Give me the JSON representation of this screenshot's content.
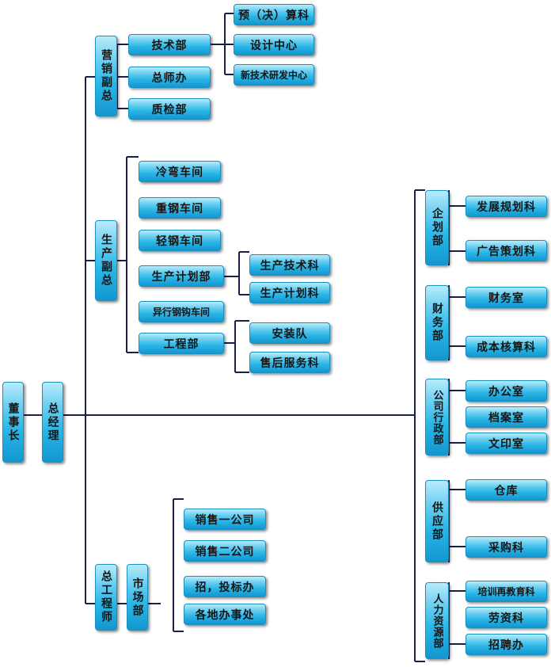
{
  "nodes": {
    "chairman": "董事长",
    "general_manager": "总经理",
    "vp_marketing": "营销副总",
    "tech_dept": "技术部",
    "budget_section": "预（决）算科",
    "design_center": "设计中心",
    "new_tech_center": "新技术研发中心",
    "chief_engineer_office": "总师办",
    "qc_dept": "质检部",
    "vp_production": "生产副总",
    "cold_bend_workshop": "冷弯车间",
    "heavy_steel_workshop": "重钢车间",
    "light_steel_workshop": "轻钢车间",
    "production_planning_dept": "生产计划部",
    "production_tech_section": "生产技术科",
    "production_plan_section": "生产计划科",
    "special_steel_workshop": "异行钢钩车间",
    "engineering_dept": "工程部",
    "installation_team": "安装队",
    "after_sales_section": "售后服务科",
    "chief_engineer": "总工程师",
    "market_dept": "市场部",
    "sales_company_1": "销售一公司",
    "sales_company_2": "销售二公司",
    "bidding_office": "招，投标办",
    "local_offices": "各地办事处",
    "planning_dept": "企划部",
    "development_planning": "发展规划科",
    "ad_planning": "广告策划科",
    "finance_dept": "财务部",
    "finance_office": "财务室",
    "cost_accounting": "成本核算科",
    "admin_dept": "公司行政部",
    "general_office": "办公室",
    "archives_office": "档案室",
    "print_office": "文印室",
    "supply_dept": "供应部",
    "warehouse": "仓库",
    "purchasing": "采购科",
    "hr_dept": "人力资源部",
    "training_section": "培训再教育科",
    "labor_wage_section": "劳资科",
    "recruitment_office": "招聘办"
  },
  "colors": {
    "line": "#1a1f4a",
    "box_top": "#b8ecfb",
    "box_bottom": "#1496cf"
  }
}
